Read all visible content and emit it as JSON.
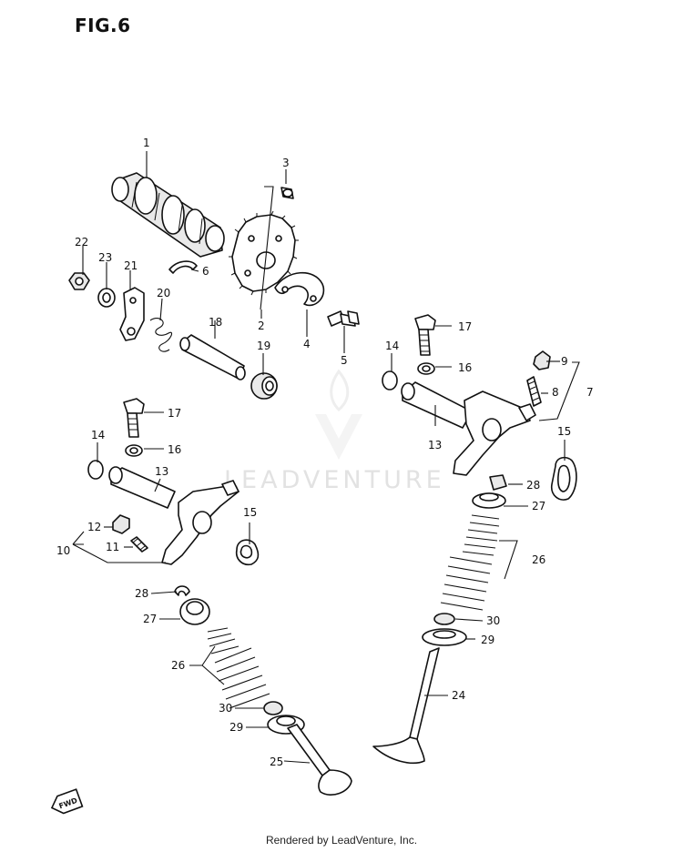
{
  "figure": {
    "title": "FIG.6",
    "watermark": "LEADVENTURE",
    "footer": "Rendered by LeadVenture, Inc.",
    "fwd_label": "FWD"
  },
  "callouts": [
    {
      "id": "c1",
      "text": "1"
    },
    {
      "id": "c2",
      "text": "2"
    },
    {
      "id": "c3",
      "text": "3"
    },
    {
      "id": "c4",
      "text": "4"
    },
    {
      "id": "c5",
      "text": "5"
    },
    {
      "id": "c6",
      "text": "6"
    },
    {
      "id": "c7",
      "text": "7"
    },
    {
      "id": "c8",
      "text": "8"
    },
    {
      "id": "c9",
      "text": "9"
    },
    {
      "id": "c10",
      "text": "10"
    },
    {
      "id": "c11",
      "text": "11"
    },
    {
      "id": "c12",
      "text": "12"
    },
    {
      "id": "c13a",
      "text": "13"
    },
    {
      "id": "c13b",
      "text": "13"
    },
    {
      "id": "c14a",
      "text": "14"
    },
    {
      "id": "c14b",
      "text": "14"
    },
    {
      "id": "c15a",
      "text": "15"
    },
    {
      "id": "c15b",
      "text": "15"
    },
    {
      "id": "c16a",
      "text": "16"
    },
    {
      "id": "c16b",
      "text": "16"
    },
    {
      "id": "c17a",
      "text": "17"
    },
    {
      "id": "c17b",
      "text": "17"
    },
    {
      "id": "c18",
      "text": "18"
    },
    {
      "id": "c19",
      "text": "19"
    },
    {
      "id": "c20",
      "text": "20"
    },
    {
      "id": "c21",
      "text": "21"
    },
    {
      "id": "c22",
      "text": "22"
    },
    {
      "id": "c23",
      "text": "23"
    },
    {
      "id": "c24",
      "text": "24"
    },
    {
      "id": "c25",
      "text": "25"
    },
    {
      "id": "c26a",
      "text": "26"
    },
    {
      "id": "c26b",
      "text": "26"
    },
    {
      "id": "c27a",
      "text": "27"
    },
    {
      "id": "c27b",
      "text": "27"
    },
    {
      "id": "c28a",
      "text": "28"
    },
    {
      "id": "c28b",
      "text": "28"
    },
    {
      "id": "c29a",
      "text": "29"
    },
    {
      "id": "c29b",
      "text": "29"
    },
    {
      "id": "c30a",
      "text": "30"
    },
    {
      "id": "c30b",
      "text": "30"
    }
  ]
}
